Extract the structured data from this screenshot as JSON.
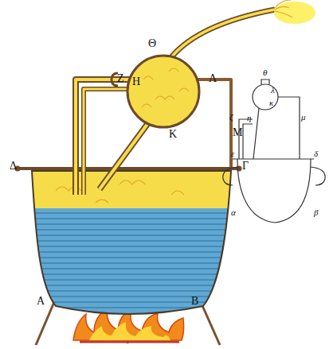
{
  "diagram": {
    "labels": [
      "Θ",
      "Ζ",
      "Η",
      "Λ",
      "Κ",
      "Μ",
      "Δ",
      "Γ",
      "Α",
      "Β",
      "θ",
      "ζ",
      "η",
      "λ",
      "κ",
      "μ",
      "ε",
      "δ",
      "α",
      "β"
    ]
  }
}
